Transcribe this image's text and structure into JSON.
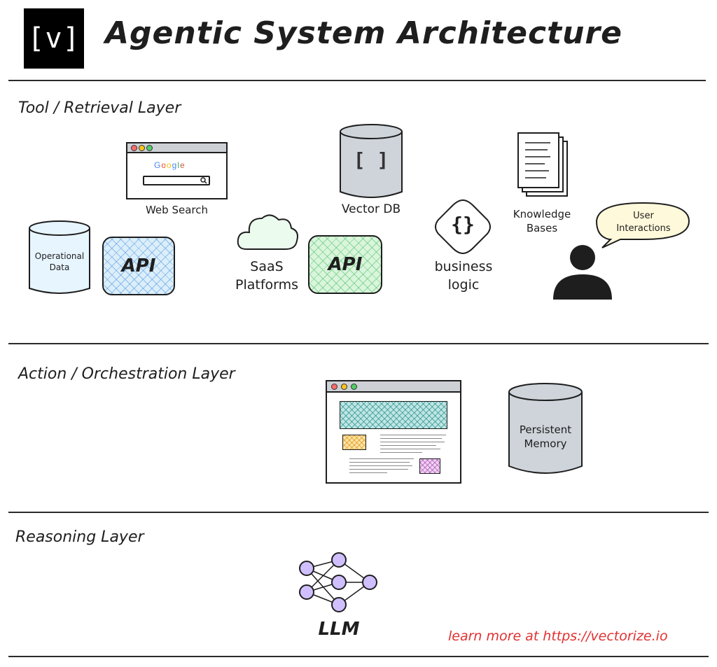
{
  "header": {
    "logo_text": "[v]",
    "title": "Agentic System Architecture"
  },
  "layers": {
    "tool": {
      "title": "Tool / Retrieval Layer",
      "web_search": {
        "label": "Web Search",
        "search_brand": "Google"
      },
      "vector_db": {
        "label": "Vector DB",
        "icon_text": "[ ]"
      },
      "knowledge": {
        "label_line1": "Knowledge",
        "label_line2": "Bases"
      },
      "operational": {
        "label_line1": "Operational",
        "label_line2": "Data"
      },
      "api_1": {
        "label": "API"
      },
      "saas": {
        "label_line1": "SaaS",
        "label_line2": "Platforms"
      },
      "api_2": {
        "label": "API"
      },
      "business": {
        "icon_text": "{}",
        "label_line1": "business",
        "label_line2": "logic"
      },
      "user": {
        "bubble_line1": "User",
        "bubble_line2": "Interactions"
      }
    },
    "action": {
      "title": "Action / Orchestration Layer",
      "memory": {
        "label_line1": "Persistent",
        "label_line2": "Memory"
      }
    },
    "reasoning": {
      "title": "Reasoning Layer",
      "llm": {
        "label": "LLM"
      }
    }
  },
  "footer": {
    "link_text": "learn more at https://vectorize.io"
  },
  "colors": {
    "api_blue": "#dbeefa",
    "api_green": "#d9f5dc",
    "cylinder_gray": "#ced4da",
    "cylinder_blue": "#e7f5ff",
    "cloud_green": "#ebfbee",
    "bubble_yellow": "#fff9db",
    "node_purple": "#d0bfff",
    "link_red": "#e03131"
  },
  "icons": [
    "logo",
    "browser-icon",
    "search-icon",
    "cylinder-icon",
    "document-stack-icon",
    "cloud-icon",
    "code-braces-icon",
    "user-silhouette-icon",
    "speech-bubble-icon",
    "neural-network-icon"
  ]
}
